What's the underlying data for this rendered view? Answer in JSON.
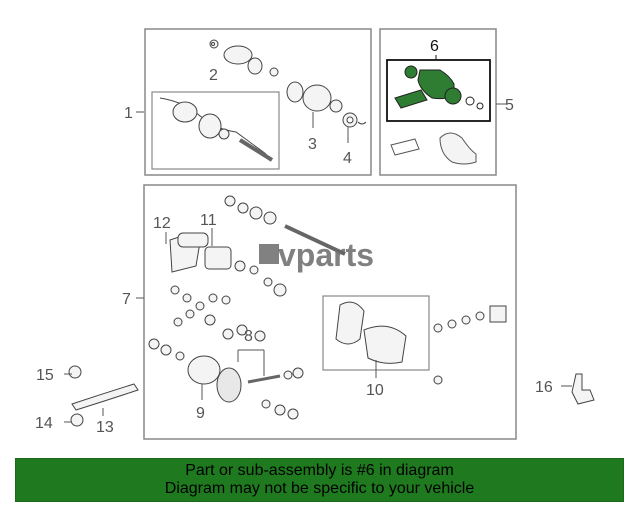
{
  "watermark": "vparts",
  "callouts": {
    "c1": "1",
    "c2": "2",
    "c3": "3",
    "c4": "4",
    "c5": "5",
    "c6": "6",
    "c7": "7",
    "c8": "8",
    "c9": "9",
    "c10": "10",
    "c11": "11",
    "c12": "12",
    "c13": "13",
    "c14": "14",
    "c15": "15",
    "c16": "16"
  },
  "highlight_color": "#2e7d32",
  "banner": {
    "line1": "Part or sub-assembly is #6 in diagram",
    "line2": "Diagram may not be specific to your vehicle",
    "color": "#1f7a1f"
  }
}
